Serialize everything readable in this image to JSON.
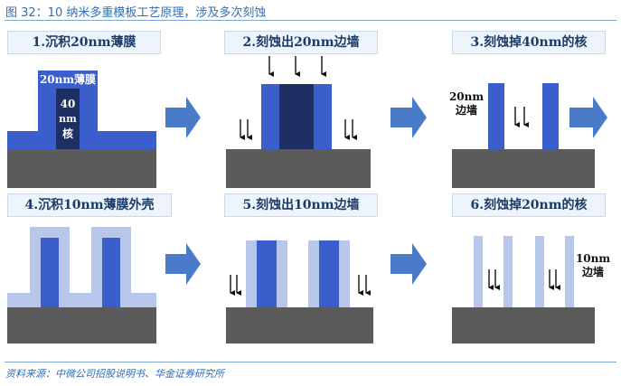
{
  "figure": {
    "title": "图 32：10 纳米多重模板工艺原理，涉及多次刻蚀",
    "source": "资料来源：中微公司招股说明书、华金证券研究所"
  },
  "steps": [
    {
      "label": "1.沉积20nm薄膜"
    },
    {
      "label": "2.刻蚀出20nm边墙"
    },
    {
      "label": "3.刻蚀掉40nm的核"
    },
    {
      "label": "4.沉积10nm薄膜外壳"
    },
    {
      "label": "5.刻蚀出10nm边墙"
    },
    {
      "label": "6.刻蚀掉20nm的核"
    }
  ],
  "annotations": {
    "film_20nm": "20nm薄膜",
    "core_40": "40",
    "core_nm": "nm",
    "core_char": "核",
    "wall_20nm_1": "20nm",
    "wall_20nm_2": "边墙",
    "wall_10nm_1": "10nm",
    "wall_10nm_2": "边墙"
  },
  "colors": {
    "substrate": "#5b5b5b",
    "film_blue": "#3a5fcd",
    "core_navy": "#1e2f63",
    "shell_light": "#b7c6ea",
    "arrow_blue": "#4a7bc8",
    "title_blue": "#2f6db5"
  }
}
